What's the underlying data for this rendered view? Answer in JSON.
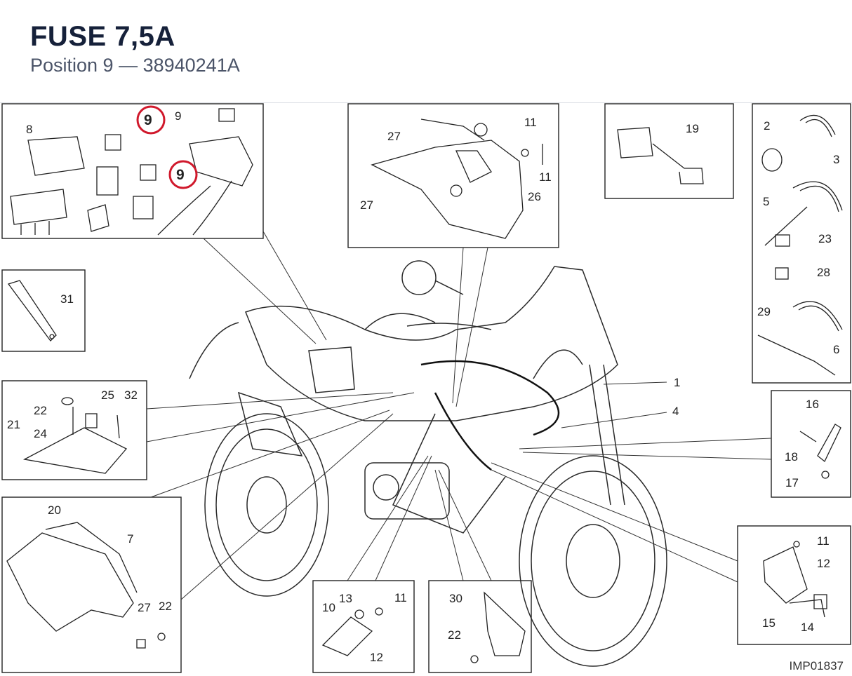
{
  "header": {
    "title": "FUSE 7,5A",
    "subtitle": "Position 9 — 38940241A"
  },
  "highlight_color": "#d0192c",
  "highlighted_part": "9",
  "drawing_reference": "IMP01837",
  "labels": {
    "fuse_box": [
      "8",
      "9",
      "9",
      "9"
    ],
    "headlight_bracket": [
      "11",
      "27",
      "11",
      "27",
      "26"
    ],
    "connector": [
      "19"
    ],
    "ties": [
      "2",
      "3",
      "5",
      "23",
      "28",
      "29",
      "6"
    ],
    "strap": [
      "31"
    ],
    "plate": [
      "22",
      "25",
      "32",
      "21",
      "24"
    ],
    "main": [
      "1",
      "4"
    ],
    "sensor": [
      "16",
      "18",
      "17"
    ],
    "cover": [
      "20",
      "7",
      "27",
      "22"
    ],
    "clip": [
      "13",
      "11",
      "10",
      "12"
    ],
    "guard": [
      "30",
      "22"
    ],
    "holder": [
      "11",
      "12",
      "15",
      "14"
    ]
  }
}
